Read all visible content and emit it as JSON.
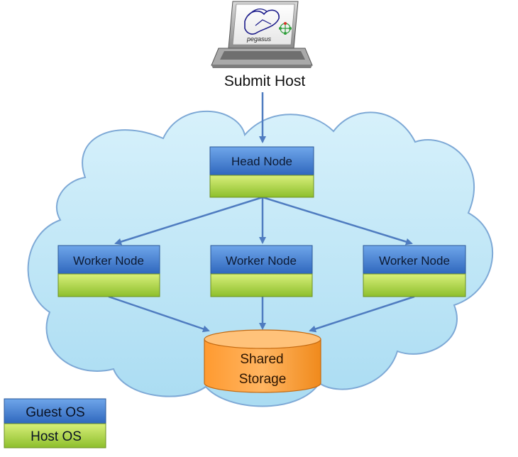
{
  "submit_host": {
    "label": "Submit Host",
    "logo_text": "pegasus"
  },
  "head_node": {
    "label": "Head Node"
  },
  "worker_nodes": [
    {
      "label": "Worker Node"
    },
    {
      "label": "Worker Node"
    },
    {
      "label": "Worker Node"
    }
  ],
  "storage": {
    "line1": "Shared",
    "line2": "Storage"
  },
  "legend": {
    "guest_os": "Guest OS",
    "host_os": "Host OS"
  },
  "colors": {
    "cloud_fill": "#bde6f6",
    "cloud_stroke": "#7ea9d6",
    "guest_os": "#4a86d6",
    "host_os": "#a6cf4a",
    "storage": "#ffa23c",
    "arrow": "#4f7cc0"
  }
}
